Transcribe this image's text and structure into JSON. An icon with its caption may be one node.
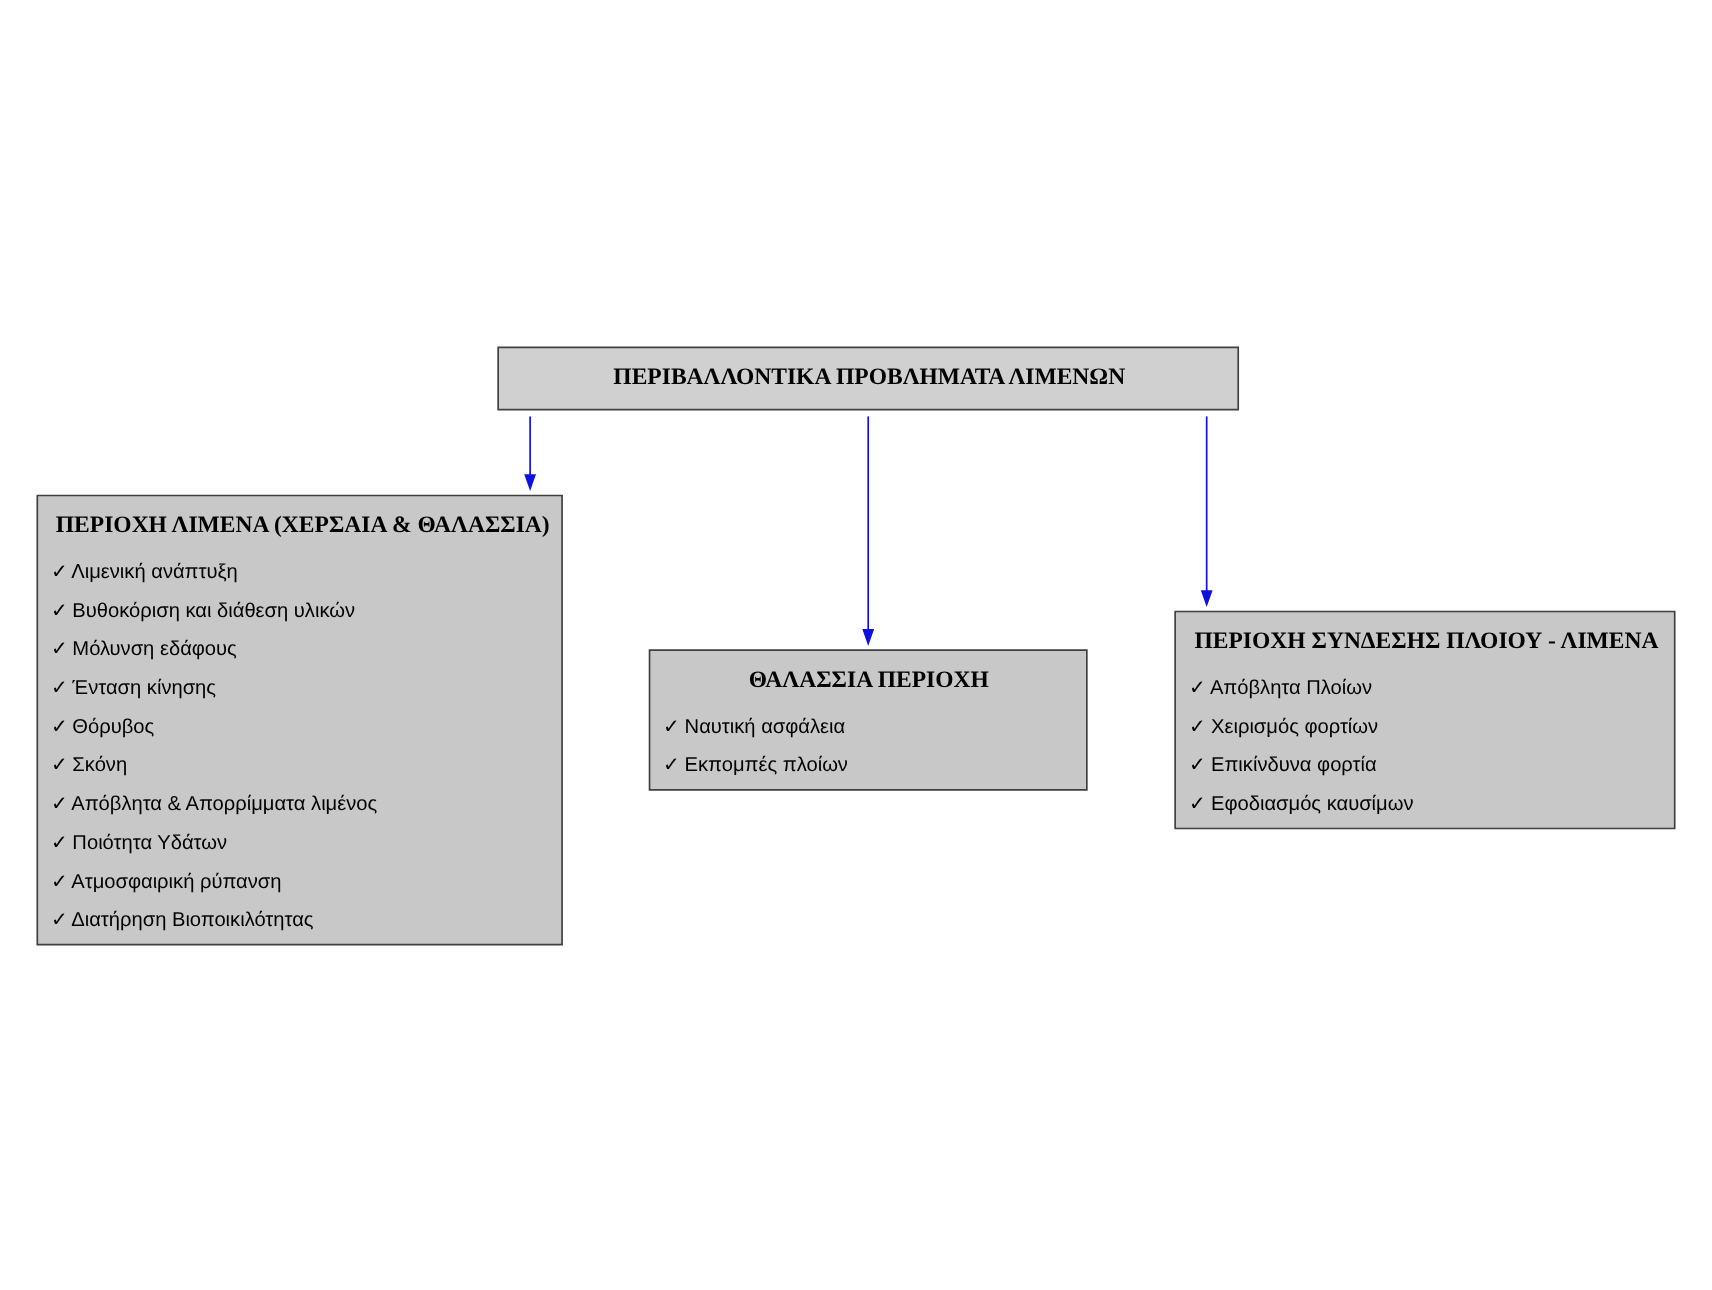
{
  "diagram": {
    "nodes": [
      {
        "text": [
          "ΠΕΡΙΒΑΛΛΟΝΤΙΚΑ ΠΡΟΒΛΗΜΑΤΑ ΛΙΜΕΝΩΝ"
        ]
      },
      {
        "text": [
          "ΠΕΡΙΟΧΗ ΛΙΜΕΝΑ (ΧΕΡΣΑΙΑ & ΘΑΛΑΣΣΙΑ)",
          "✓ Λιμενική ανάπτυξη",
          "✓ Βυθοκόριση και διάθεση υλικών",
          "✓ Μόλυνση εδάφους",
          "✓ Ένταση κίνησης",
          "✓ Θόρυβος",
          "✓ Σκόνη",
          "✓ Απόβλητα & Απορρίμματα λιμένος",
          "✓ Ποιότητα Υδάτων",
          "✓ Ατμοσφαιρική ρύπανση",
          "✓ Διατήρηση Βιοποικιλότητας"
        ]
      },
      {
        "text": [
          "ΘΑΛΑΣΣΙΑ ΠΕΡΙΟΧΗ",
          "✓ Ναυτική ασφάλεια",
          "✓ Εκπομπές πλοίων"
        ]
      },
      {
        "text": [
          "ΠΕΡΙΟΧΗ ΣΥΝΔΕΣΗΣ ΠΛΟΙΟΥ - ΛΙΜΕΝΑ",
          "✓ Απόβλητα Πλοίων",
          "✓ Χειρισμός φορτίων",
          "✓ Επικίνδυνα φορτία",
          "✓ Εφοδιασμός καυσίμων"
        ]
      }
    ],
    "edges": [
      {
        "from": 0,
        "to": 1,
        "arrow": "to"
      },
      {
        "from": 0,
        "to": 2,
        "arrow": "to"
      },
      {
        "from": 0,
        "to": 3,
        "arrow": "to"
      }
    ]
  }
}
